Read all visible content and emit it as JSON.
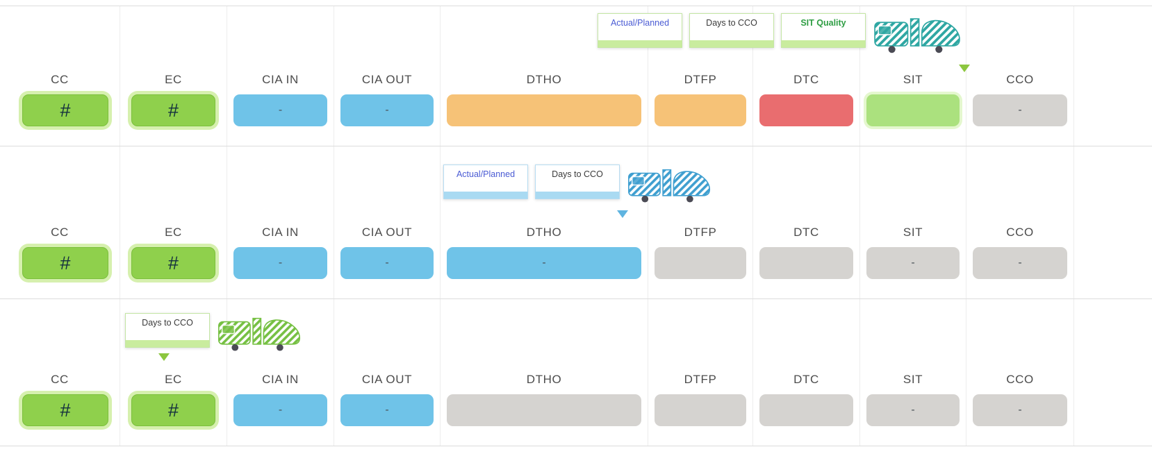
{
  "palette": {
    "c_green": "#8fd04c",
    "c_green_glow": "#d6f0ae",
    "c_blue": "#6fc3e8",
    "c_orange": "#f6c277",
    "c_red": "#e96d6f",
    "c_sit": "#abe17e",
    "c_gray": "#d5d3d0",
    "label_blue": "#4a5bd4",
    "label_green": "#2f9e44",
    "tone_green_bar": "#c9ec9e",
    "tone_blue_bar": "#a9daf2",
    "pointer_green": "#8cc63f",
    "pointer_blue": "#5fb4e0",
    "train_teal": "#2fa7a3",
    "train_blue": "#3f9fd0",
    "train_green": "#76c043"
  },
  "rows": [
    {
      "tooltip": {
        "items": [
          {
            "label": "Actual/Planned",
            "style": "blue"
          },
          {
            "label": "Days to CCO",
            "style": "dark"
          },
          {
            "label": "SIT Quality",
            "style": "green"
          }
        ]
      },
      "cells": [
        {
          "label": "CC",
          "value": "#",
          "status": "green"
        },
        {
          "label": "EC",
          "value": "#",
          "status": "green"
        },
        {
          "label": "CIA IN",
          "value": "-",
          "status": "blue"
        },
        {
          "label": "CIA OUT",
          "value": "-",
          "status": "blue"
        },
        {
          "label": "DTHO",
          "value": "",
          "status": "orange"
        },
        {
          "label": "DTFP",
          "value": "",
          "status": "orange"
        },
        {
          "label": "DTC",
          "value": "",
          "status": "red"
        },
        {
          "label": "SIT",
          "value": "",
          "status": "sit"
        },
        {
          "label": "CCO",
          "value": "-",
          "status": "gray"
        }
      ]
    },
    {
      "tooltip": {
        "items": [
          {
            "label": "Actual/Planned",
            "style": "blue"
          },
          {
            "label": "Days to CCO",
            "style": "dark"
          }
        ]
      },
      "cells": [
        {
          "label": "CC",
          "value": "#",
          "status": "green"
        },
        {
          "label": "EC",
          "value": "#",
          "status": "green"
        },
        {
          "label": "CIA IN",
          "value": "-",
          "status": "blue"
        },
        {
          "label": "CIA OUT",
          "value": "-",
          "status": "blue"
        },
        {
          "label": "DTHO",
          "value": "-",
          "status": "blue"
        },
        {
          "label": "DTFP",
          "value": "",
          "status": "gray"
        },
        {
          "label": "DTC",
          "value": "",
          "status": "gray"
        },
        {
          "label": "SIT",
          "value": "-",
          "status": "gray"
        },
        {
          "label": "CCO",
          "value": "-",
          "status": "gray"
        }
      ]
    },
    {
      "tooltip": {
        "items": [
          {
            "label": "Days to CCO",
            "style": "dark"
          }
        ]
      },
      "cells": [
        {
          "label": "CC",
          "value": "#",
          "status": "green"
        },
        {
          "label": "EC",
          "value": "#",
          "status": "green"
        },
        {
          "label": "CIA IN",
          "value": "-",
          "status": "blue"
        },
        {
          "label": "CIA OUT",
          "value": "-",
          "status": "blue"
        },
        {
          "label": "DTHO",
          "value": "",
          "status": "gray"
        },
        {
          "label": "DTFP",
          "value": "",
          "status": "gray"
        },
        {
          "label": "DTC",
          "value": "",
          "status": "gray"
        },
        {
          "label": "SIT",
          "value": "-",
          "status": "gray"
        },
        {
          "label": "CCO",
          "value": "-",
          "status": "gray"
        }
      ]
    }
  ]
}
